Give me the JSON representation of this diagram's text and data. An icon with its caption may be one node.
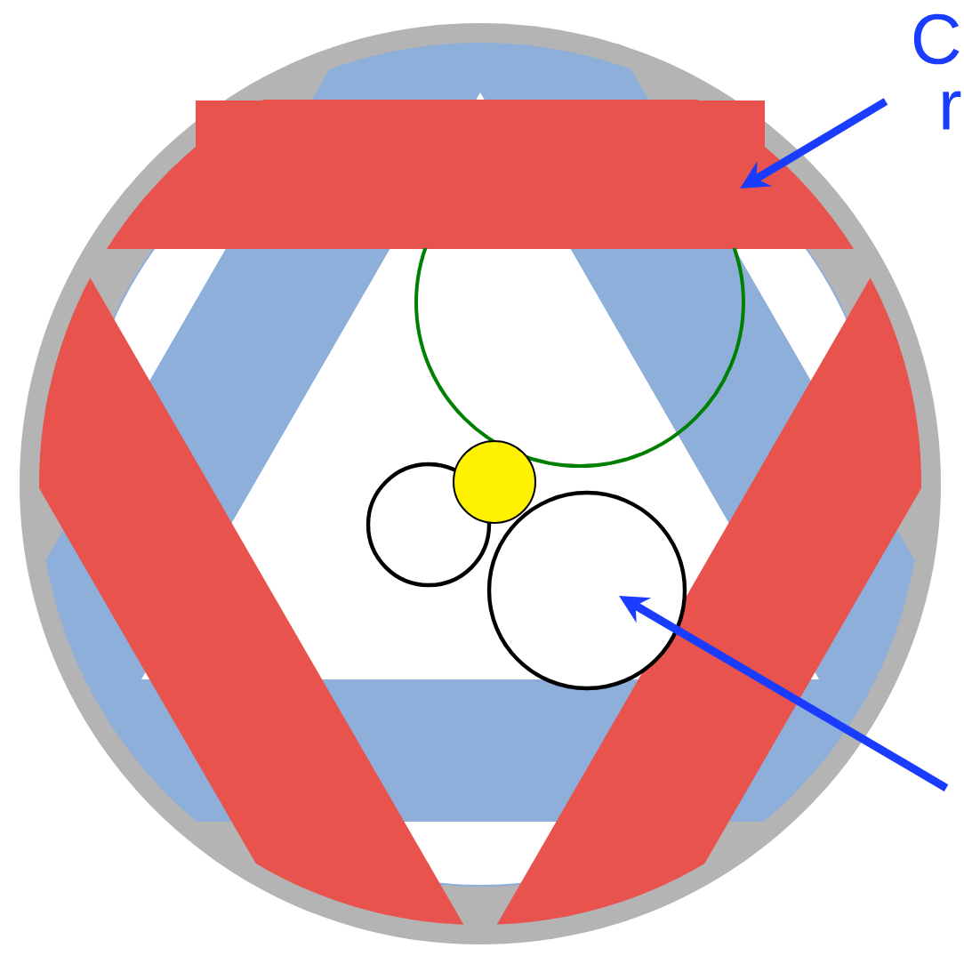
{
  "diagram": {
    "nodes": [
      {
        "text": [],
        "shape": "bar"
      },
      {
        "text": [],
        "shape": "circle"
      }
    ],
    "edges": [
      {
        "from": null,
        "to": 0,
        "arrow": "to"
      },
      {
        "from": null,
        "to": 1,
        "arrow": "to"
      }
    ],
    "labels": [
      "C",
      "r"
    ]
  }
}
